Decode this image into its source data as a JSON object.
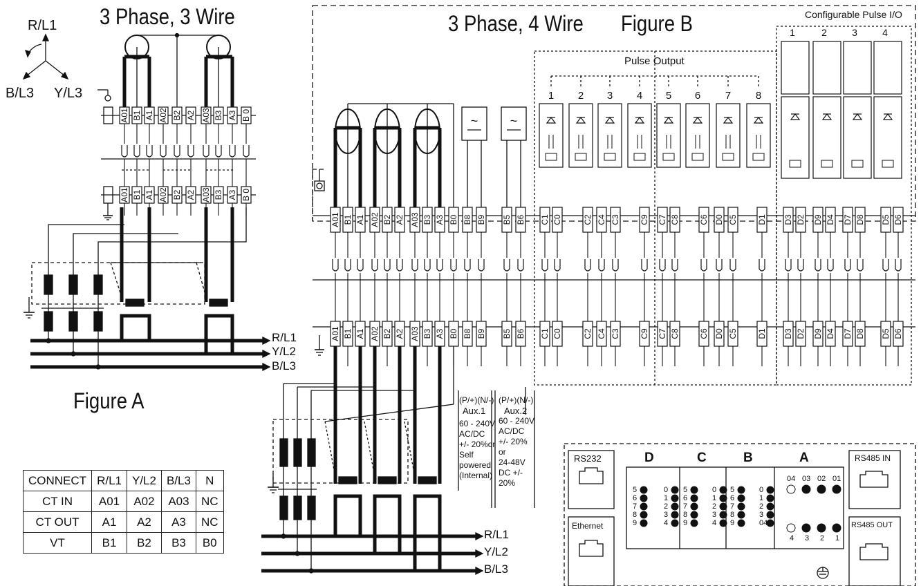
{
  "titles": {
    "fig_a_wiring": "3 Phase, 3 Wire",
    "fig_b_wiring": "3 Phase, 4 Wire",
    "figure_b": "Figure B",
    "figure_a": "Figure A",
    "pulse_output": "Pulse Output",
    "configurable_pulse_io": "Configurable Pulse I/O"
  },
  "phasor": {
    "r": "R/L1",
    "b": "B/L3",
    "y": "Y/L3"
  },
  "lines_a": [
    "R/L1",
    "Y/L2",
    "B/L3"
  ],
  "lines_b": [
    "R/L1",
    "Y/L2",
    "B/L3"
  ],
  "terminals_a": [
    "A01",
    "B1",
    "A1",
    "A02",
    "B2",
    "A2",
    "A03",
    "B3",
    "A3",
    "B 0"
  ],
  "terminals_b": [
    "A01",
    "B1",
    "A1",
    "A02",
    "B2",
    "A2",
    "A03",
    "B3",
    "A3",
    "B0",
    "B8",
    "B9",
    "B5",
    "B6",
    "C1",
    "C0",
    "C2",
    "C4",
    "C3",
    "C9",
    "C7",
    "C8",
    "C6",
    "D0",
    "C5",
    "D1",
    "D3",
    "D2",
    "D9",
    "D4",
    "D7",
    "D8",
    "D5",
    "D6"
  ],
  "pulse_output_channels": [
    "1",
    "2",
    "3",
    "4",
    "5",
    "6",
    "7",
    "8"
  ],
  "pulse_io_channels": [
    "1",
    "2",
    "3",
    "4"
  ],
  "aux1": {
    "polarity": "(P/+)(N/-)",
    "name": "Aux.1",
    "spec": [
      "60 - 240V",
      "AC/DC",
      "+/- 20%or",
      "Self",
      "powered",
      "(Internal)"
    ]
  },
  "aux2": {
    "polarity": "(P/+)(N/-)",
    "name": "Aux.2",
    "spec": [
      "60 - 240V",
      "AC/DC",
      "+/- 20%",
      "or",
      "24-48V",
      "DC +/-",
      "20%"
    ]
  },
  "connect_table": {
    "header": [
      "CONNECT",
      "R/L1",
      "Y/L2",
      "B/L3",
      "N"
    ],
    "rows": [
      [
        "CT IN",
        "A01",
        "A02",
        "A03",
        "NC"
      ],
      [
        "CT OUT",
        "A1",
        "A2",
        "A3",
        "NC"
      ],
      [
        "VT",
        "B1",
        "B2",
        "B3",
        "B0"
      ]
    ]
  },
  "ports": {
    "rs232": "RS232",
    "ethernet": "Ethernet",
    "rs485_in": "RS485 IN",
    "rs485_out": "RS485 OUT"
  },
  "led_groups": [
    "D",
    "C",
    "B",
    "A"
  ],
  "led_pins": {
    "d_left": [
      "5",
      "6",
      "7",
      "8",
      "9"
    ],
    "d_right": [
      "0",
      "1",
      "2",
      "3",
      "4"
    ],
    "c_left": [
      "5",
      "6",
      "7",
      "8",
      "9"
    ],
    "c_right": [
      "0",
      "1",
      "2",
      "3",
      "4"
    ],
    "b_left": [
      "5",
      "6",
      "7",
      "8",
      "9"
    ],
    "b_right": [
      "0",
      "1",
      "2",
      "3",
      "04"
    ],
    "a_top": [
      "04",
      "03",
      "02",
      "01"
    ],
    "a_bottom": [
      "4",
      "3",
      "2",
      "1"
    ]
  }
}
